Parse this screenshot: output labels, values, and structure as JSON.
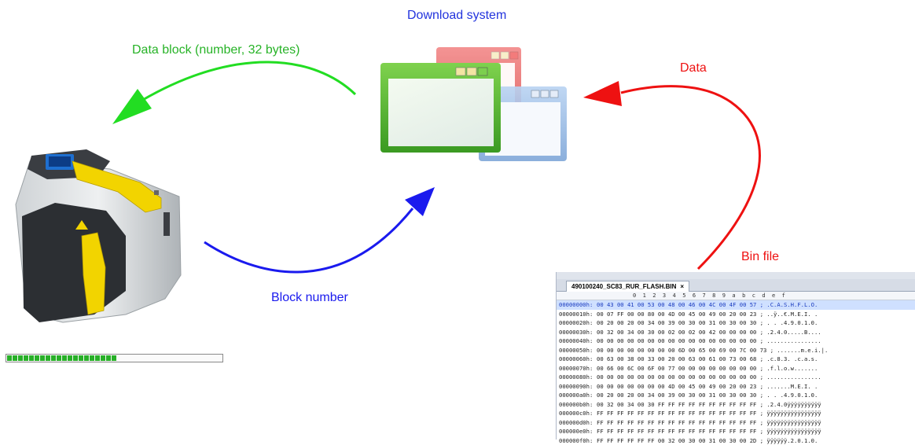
{
  "diagram": {
    "title": "Download system",
    "labels": {
      "data_block": "Data block (number, 32 bytes)",
      "data": "Data",
      "bin_file": "Bin file",
      "block_number": "Block number"
    },
    "colors": {
      "data_block_arrow": "#22dd22",
      "data_arrow": "#ee1111",
      "block_number_arrow": "#1a1aee",
      "window_green": "#4caf2e",
      "window_red": "#e04848",
      "window_blue": "#8ab0e0",
      "device_yellow": "#f2d400"
    },
    "progress": {
      "filled_fraction": 0.5,
      "segments_filled": 20
    }
  },
  "hex_editor": {
    "tab_title": "490100240_SC83_RUR_FLASH.BIN",
    "tab_close": "×",
    "header_cols": "0  1  2  3  4  5  6  7  8  9  a  b  c  d  e  f",
    "rows": [
      {
        "addr": "00000000h:",
        "bytes": "00 43 00 41 00 53 00 48 00 46 00 4C 00 4F 00 57",
        "ascii": "; .C.A.S.H.F.L.O."
      },
      {
        "addr": "00000010h:",
        "bytes": "00 07 FF 00 00 80 00 4D 00 45 00 49 00 20 00 23",
        "ascii": "; ..ÿ..€.M.E.I. ."
      },
      {
        "addr": "00000020h:",
        "bytes": "00 20 00 20 00 34 00 39 00 30 00 31 00 30 00 30",
        "ascii": "; . . .4.9.0.1.0."
      },
      {
        "addr": "00000030h:",
        "bytes": "00 32 00 34 00 30 00 02 00 02 00 42 00 00 00 00",
        "ascii": "; .2.4.0.....B...."
      },
      {
        "addr": "00000040h:",
        "bytes": "00 00 00 00 00 00 00 00 00 00 00 00 00 00 00 00",
        "ascii": "; ................"
      },
      {
        "addr": "00000050h:",
        "bytes": "00 00 00 00 00 00 00 00 6D 00 65 00 69 00 7C 00 73",
        "ascii": "; .......m.e.i.|."
      },
      {
        "addr": "00000060h:",
        "bytes": "00 63 00 38 00 33 00 20 00 63 00 61 00 73 00 68",
        "ascii": "; .c.8.3. .c.a.s."
      },
      {
        "addr": "00000070h:",
        "bytes": "00 66 00 6C 00 6F 00 77 00 00 00 00 00 00 00 00",
        "ascii": "; .f.l.o.w......."
      },
      {
        "addr": "00000080h:",
        "bytes": "00 00 00 00 00 00 00 00 00 00 00 00 00 00 00 00",
        "ascii": "; ................"
      },
      {
        "addr": "00000090h:",
        "bytes": "00 00 00 00 00 00 00 4D 00 45 00 49 00 20 00 23",
        "ascii": "; .......M.E.I. ."
      },
      {
        "addr": "000000a0h:",
        "bytes": "00 20 00 20 00 34 00 39 00 30 00 31 00 30 00 30",
        "ascii": "; . . .4.9.0.1.0."
      },
      {
        "addr": "000000b0h:",
        "bytes": "00 32 00 34 00 30 FF FF FF FF FF FF FF FF FF FF",
        "ascii": "; .2.4.0ÿÿÿÿÿÿÿÿÿÿ"
      },
      {
        "addr": "000000c0h:",
        "bytes": "FF FF FF FF FF FF FF FF FF FF FF FF FF FF FF FF",
        "ascii": "; ÿÿÿÿÿÿÿÿÿÿÿÿÿÿÿÿ"
      },
      {
        "addr": "000000d0h:",
        "bytes": "FF FF FF FF FF FF FF FF FF FF FF FF FF FF FF FF",
        "ascii": "; ÿÿÿÿÿÿÿÿÿÿÿÿÿÿÿÿ"
      },
      {
        "addr": "000000e0h:",
        "bytes": "FF FF FF FF FF FF FF FF FF FF FF FF FF FF FF FF",
        "ascii": "; ÿÿÿÿÿÿÿÿÿÿÿÿÿÿÿÿ"
      },
      {
        "addr": "000000f0h:",
        "bytes": "FF FF FF FF FF FF 00 32 00 30 00 31 00 30 00 2D",
        "ascii": "; ÿÿÿÿÿÿ.2.0.1.0."
      }
    ]
  }
}
